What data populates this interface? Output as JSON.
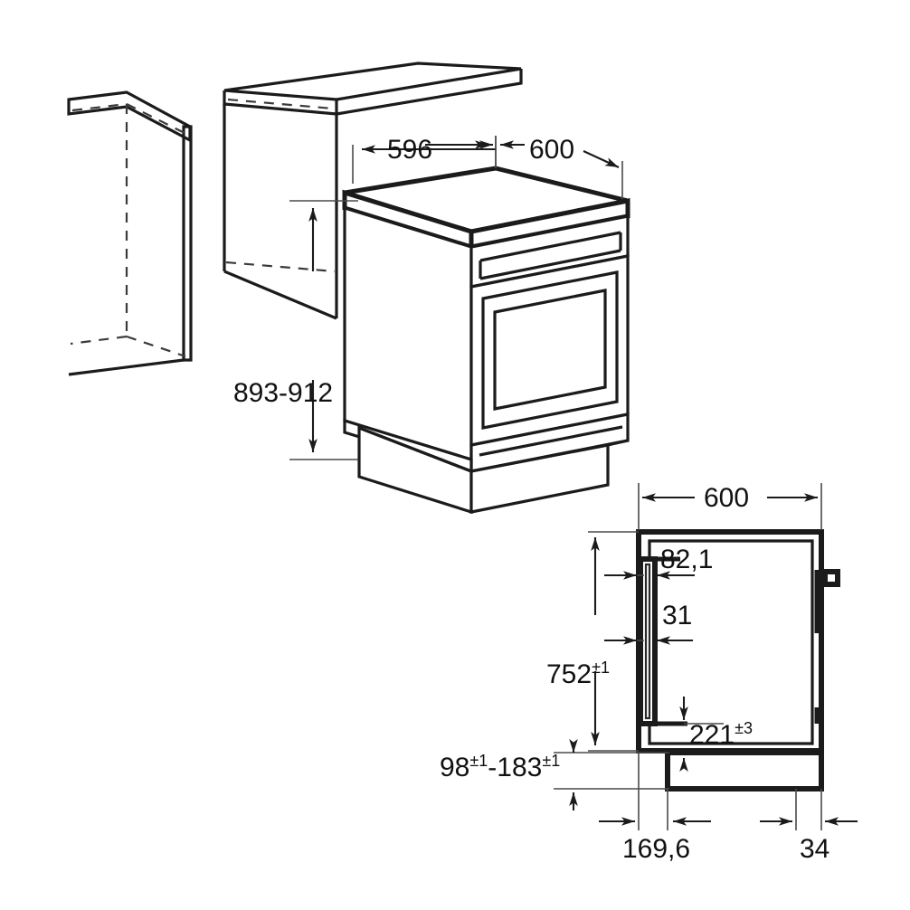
{
  "document": {
    "kind": "technical-dimension-drawing",
    "subject": "Freestanding cooker installation dimensions",
    "units": "mm",
    "background_color": "#ffffff",
    "line_color": "#1b1b1b",
    "hidden_line_color": "#3a3a3a"
  },
  "views": {
    "isometric": {
      "name": "Isometric installation view",
      "elements": [
        "left-cabinet-carcass",
        "right-cabinet-carcass",
        "cooker-body",
        "cooker-control-panel",
        "cooker-oven-door",
        "cooker-door-window",
        "cooker-drawer",
        "cooker-plinth"
      ]
    },
    "section": {
      "name": "Side section view",
      "elements": [
        "appliance-outline",
        "oven-door-handle",
        "rear-panel",
        "rear-terminal-block",
        "base-plinth"
      ]
    }
  },
  "dimensions": {
    "iso_width_inner": {
      "label": "596",
      "sup": "",
      "description": "Cooker top plate width"
    },
    "iso_width_outer": {
      "label": "600",
      "sup": "",
      "description": "Niche / cabinet width"
    },
    "iso_height": {
      "label": "893-912",
      "sup": "",
      "description": "Adjustable appliance height"
    },
    "sect_width": {
      "label": "600",
      "sup": "",
      "description": "Appliance depth in section"
    },
    "sect_handle_top": {
      "label": "82,1",
      "sup": "",
      "description": "Handle offset from front"
    },
    "sect_handle_lower": {
      "label": "31",
      "sup": "",
      "description": "Handle depth"
    },
    "sect_height": {
      "label": "752",
      "sup": "±1",
      "description": "Body height above plinth"
    },
    "sect_door_gap": {
      "label": "221",
      "sup": "±3",
      "description": "Door clearance to base"
    },
    "sect_plinth_range": {
      "label_a": "98",
      "sup_a": "±1",
      "separator": "-",
      "label_b": "183",
      "sup_b": "±1",
      "description": "Plinth height adjustment range"
    },
    "sect_base_front": {
      "label": "169,6",
      "sup": "",
      "description": "Front base offset"
    },
    "sect_base_rear": {
      "label": "34",
      "sup": "",
      "description": "Rear base offset"
    }
  }
}
